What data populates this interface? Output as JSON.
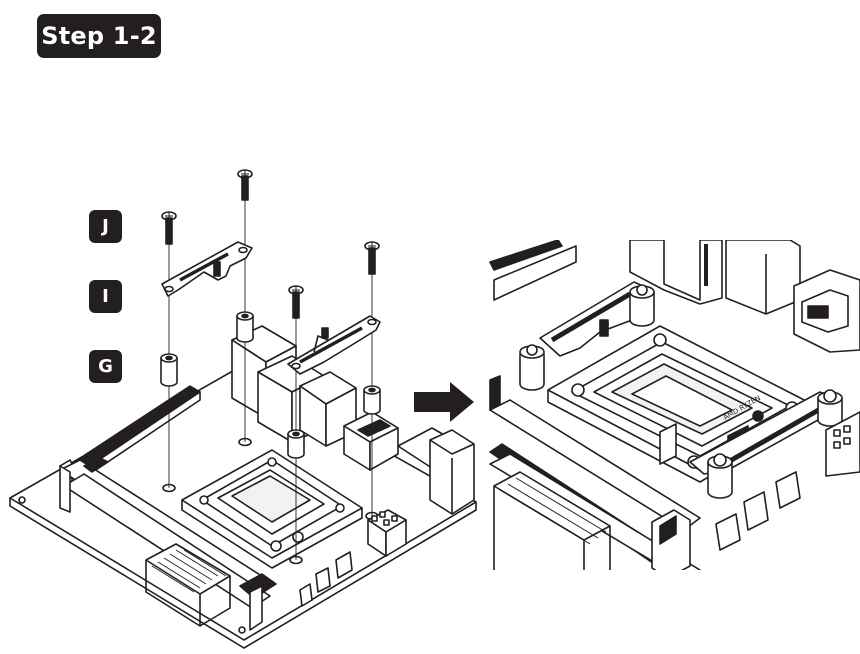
{
  "step": {
    "title": "Step 1-2"
  },
  "callouts": [
    {
      "letter": "J",
      "part": "screw"
    },
    {
      "letter": "I",
      "part": "bracket"
    },
    {
      "letter": "G",
      "part": "standoff"
    }
  ],
  "socket_label": "AMD RYZEN",
  "colors": {
    "ink": "#231f20",
    "paper": "#ffffff"
  },
  "icons": [
    "screw-icon",
    "bracket-icon",
    "standoff-icon",
    "arrow-right-icon"
  ]
}
